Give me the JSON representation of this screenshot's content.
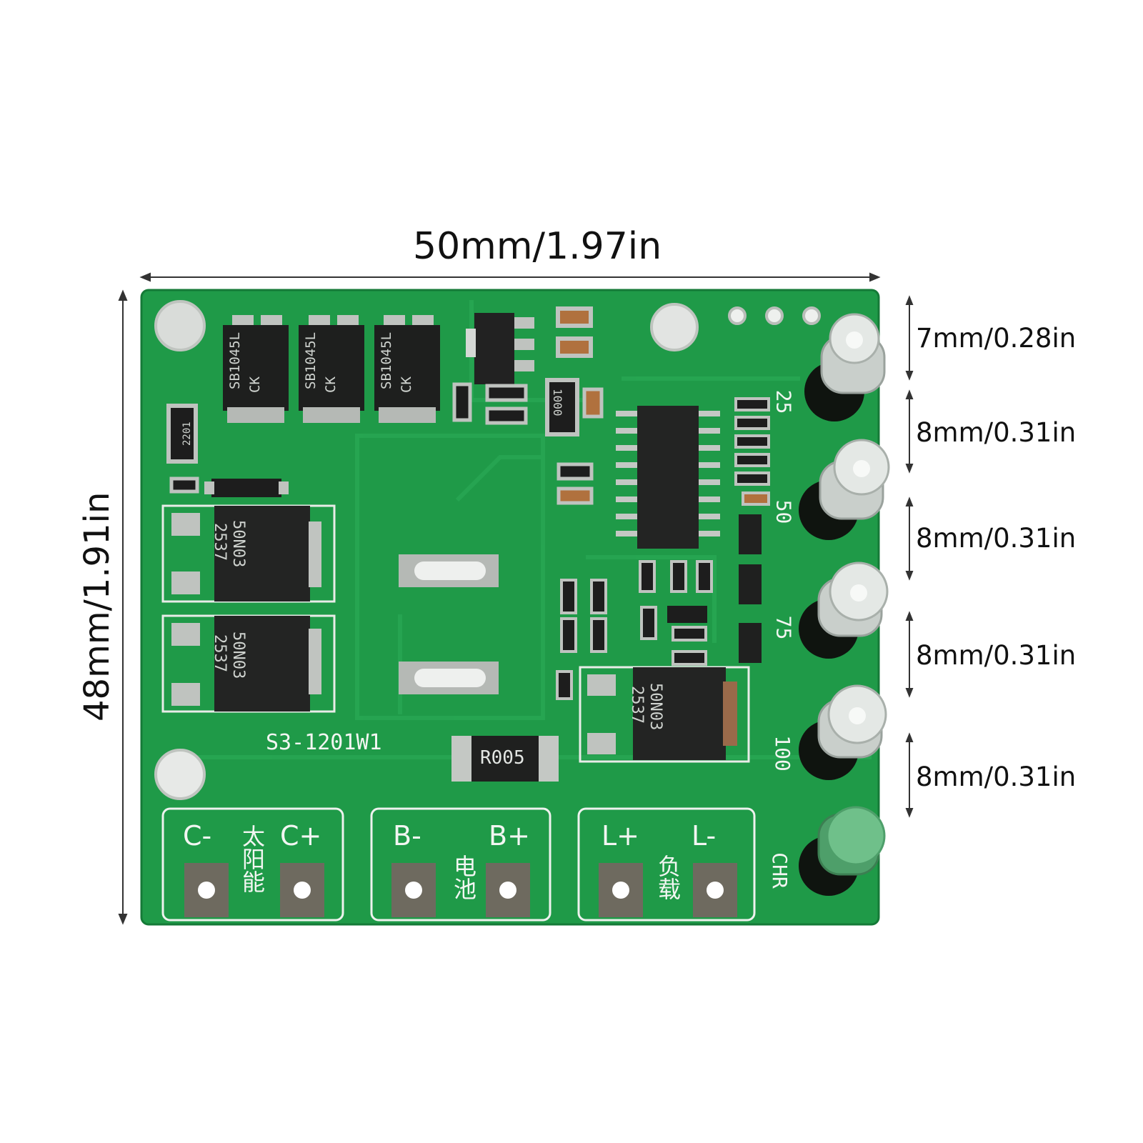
{
  "dimensions": {
    "width_label": "50mm/1.97in",
    "height_label": "48mm/1.91in",
    "led_spacing_labels": [
      "7mm/0.28in",
      "8mm/0.31in",
      "8mm/0.31in",
      "8mm/0.31in",
      "8mm/0.31in"
    ]
  },
  "board": {
    "model_label": "S3-1201W1",
    "led_level_labels": [
      "25",
      "50",
      "75",
      "100",
      "CHR"
    ],
    "terminals": [
      {
        "minus_label": "C-",
        "plus_label": "C+",
        "name_label": "太阳能"
      },
      {
        "minus_label": "B-",
        "plus_label": "B+",
        "name_label": "电池"
      },
      {
        "minus_label": "L+",
        "plus_label": "L-",
        "name_label": "负载"
      }
    ],
    "component_markings": {
      "diode_marking": "SB1045L",
      "diode_brand": "CK",
      "mosfet_marking": "50N03",
      "mosfet_code": "2537",
      "shunt_marking": "R005",
      "resistor_1000": "1000",
      "resistor_2201": "2201"
    }
  },
  "colors": {
    "background": "#ffffff",
    "pcb_green": "#1f9a48",
    "led_green": "#6fc08a",
    "silkscreen": "#f2f6f2"
  }
}
